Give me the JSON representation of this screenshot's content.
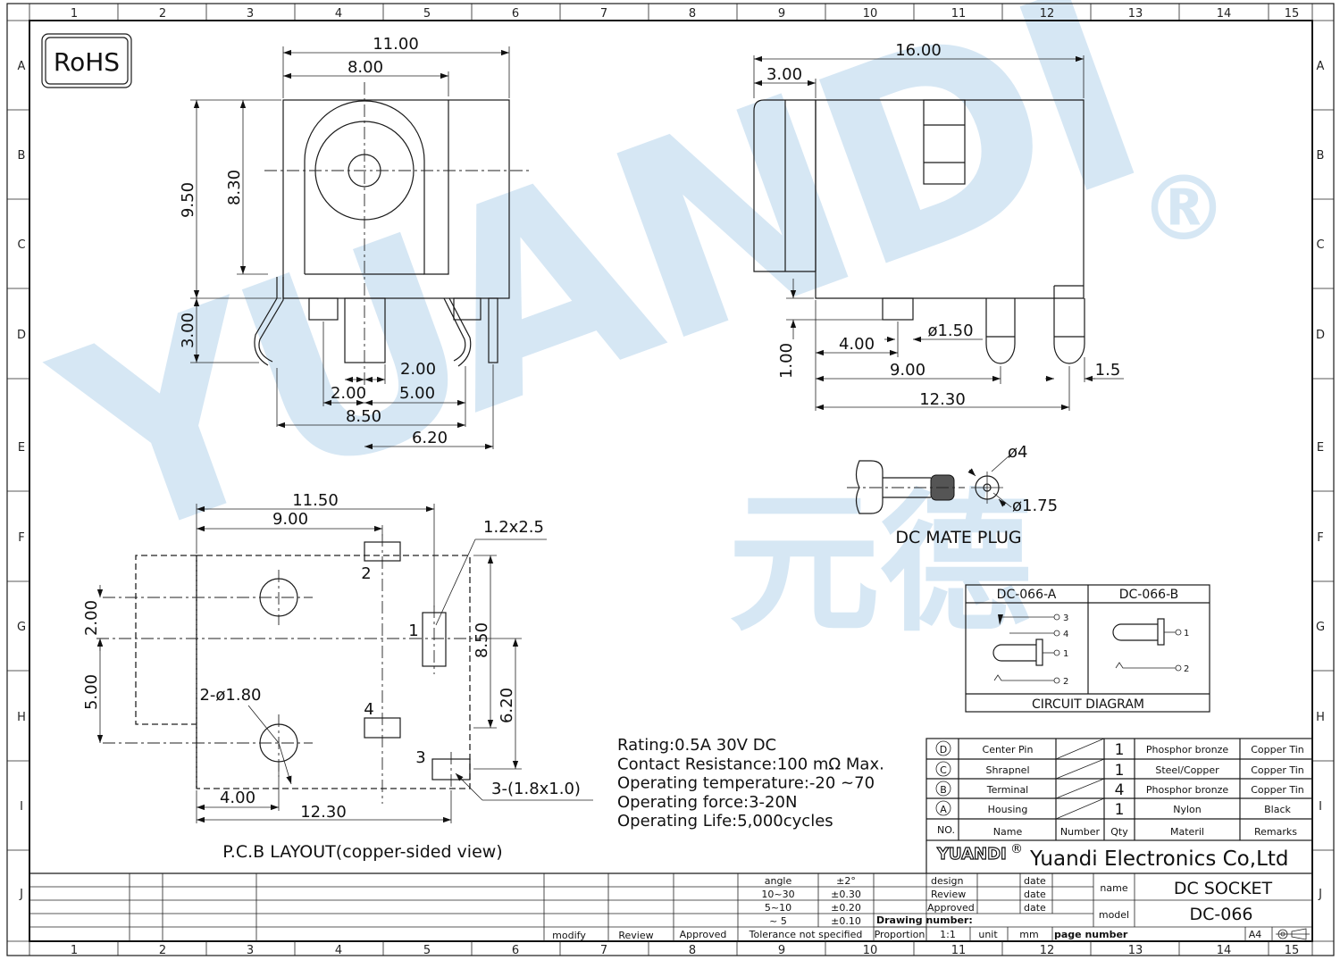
{
  "border": {
    "columns": [
      "1",
      "2",
      "3",
      "4",
      "5",
      "6",
      "7",
      "8",
      "9",
      "10",
      "11",
      "12",
      "13",
      "14",
      "15"
    ],
    "rows": [
      "A",
      "B",
      "C",
      "D",
      "E",
      "F",
      "G",
      "H",
      "I",
      "J"
    ]
  },
  "rohs_label": "RoHS",
  "watermark": {
    "brand": "YUANDI",
    "registered": "®",
    "cn": "元德"
  },
  "front_view": {
    "dims": {
      "w_total": "11.00",
      "w_inner": "8.00",
      "h_total": "9.50",
      "h_inner": "8.30",
      "pin_len": "3.00",
      "d1": "2.00",
      "d2": "2.00",
      "d3": "5.00",
      "d4": "8.50",
      "d5": "6.20"
    }
  },
  "side_view": {
    "dims": {
      "length": "16.00",
      "front": "3.00",
      "offset": "1.00",
      "d4": "4.00",
      "pin_dia": "ø1.50",
      "d9": "9.00",
      "d12": "12.30",
      "d15": "1.5"
    }
  },
  "mate_plug": {
    "title": "DC MATE PLUG",
    "dia_outer": "ø4",
    "dia_inner": "ø1.75"
  },
  "pcb_layout": {
    "title": "P.C.B LAYOUT(copper-sided view)",
    "dims": {
      "w1150": "11.50",
      "w900": "9.00",
      "slot": "1.2x2.5",
      "h200": "2.00",
      "h500": "5.00",
      "holes": "2-ø1.80",
      "h850": "8.50",
      "h620": "6.20",
      "pads": "3-(1.8x1.0)",
      "w400": "4.00",
      "w1230": "12.30"
    },
    "pin_labels": [
      "1",
      "2",
      "3",
      "4"
    ]
  },
  "specs": [
    "Rating:0.5A 30V DC",
    "Contact Resistance:100 mΩ Max.",
    "Operating temperature:-20 ~70",
    "Operating force:3-20N",
    "Operating Life:5,000cycles"
  ],
  "circuit": {
    "col_a": "DC-066-A",
    "col_b": "DC-066-B",
    "caption": "CIRCUIT DIAGRAM",
    "a_pins": [
      "3",
      "4",
      "1",
      "2"
    ],
    "b_pins": [
      "1",
      "2"
    ]
  },
  "bom": {
    "rows": [
      {
        "no": "D",
        "name": "Center Pin",
        "qty": "1",
        "material": "Phosphor bronze",
        "remarks": "Copper Tin"
      },
      {
        "no": "C",
        "name": "Shrapnel",
        "qty": "1",
        "material": "Steel/Copper",
        "remarks": "Copper Tin"
      },
      {
        "no": "B",
        "name": "Terminal",
        "qty": "4",
        "material": "Phosphor bronze",
        "remarks": "Copper Tin"
      },
      {
        "no": "A",
        "name": "Housing",
        "qty": "1",
        "material": "Nylon",
        "remarks": "Black"
      }
    ],
    "header": {
      "no": "NO.",
      "name": "Name",
      "number": "Number",
      "qty": "Qty",
      "material": "Materil",
      "remarks": "Remarks"
    }
  },
  "title_block": {
    "company_logo": "YUANDI",
    "company": "Yuandi Electronics Co,Ltd",
    "labels": {
      "design": "design",
      "review": "Review",
      "approved": "Approved",
      "date": "date",
      "drawing_number": "Drawing number:",
      "proportion": "Proportion",
      "scale": "1:1",
      "unit": "unit",
      "unit_value": "mm",
      "page_number": "page number",
      "sheet": "A4",
      "name": "name",
      "model": "model",
      "name_value": "DC SOCKET",
      "model_value": "DC-066"
    },
    "tolerance": {
      "rows": [
        {
          "range": "angle",
          "value": "±2°"
        },
        {
          "range": "10~30",
          "value": "±0.30"
        },
        {
          "range": "5~10",
          "value": "±0.20"
        },
        {
          "range": "~ 5",
          "value": "±0.10"
        }
      ],
      "footer": "Tolerance not specified"
    },
    "revision": {
      "modify": "modify",
      "review": "Review",
      "approved": "Approved"
    }
  }
}
